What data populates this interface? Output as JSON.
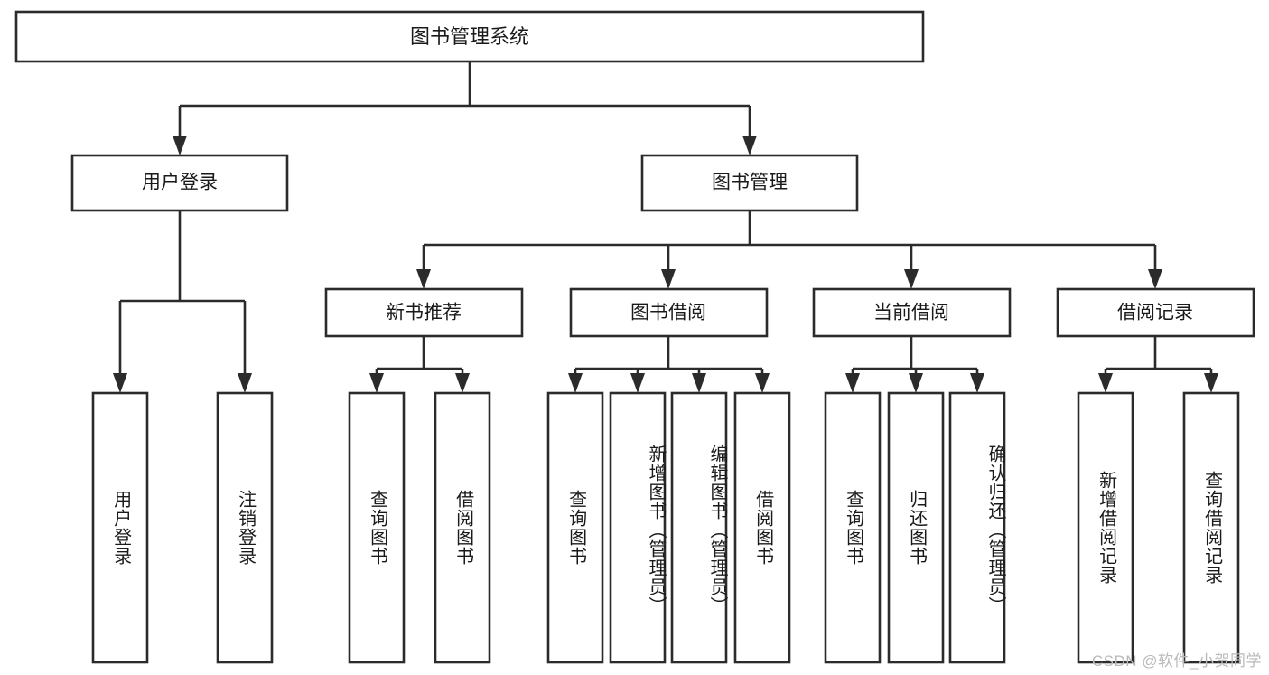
{
  "diagram": {
    "title": "图书管理系统",
    "type": "tree",
    "orientation": "top-down",
    "colors": {
      "box_fill": "#ffffff",
      "box_stroke": "#2b2b2b",
      "text": "#1a1a1a",
      "background": "#ffffff",
      "watermark": "#b9b9b9"
    },
    "root": {
      "label": "图书管理系统",
      "orientation": "horizontal"
    },
    "level2": [
      {
        "label": "用户登录",
        "orientation": "horizontal"
      },
      {
        "label": "图书管理",
        "orientation": "horizontal"
      }
    ],
    "level3": [
      {
        "label": "新书推荐",
        "orientation": "horizontal"
      },
      {
        "label": "图书借阅",
        "orientation": "horizontal"
      },
      {
        "label": "当前借阅",
        "orientation": "horizontal"
      },
      {
        "label": "借阅记录",
        "orientation": "horizontal"
      }
    ],
    "leaves": {
      "user_login": [
        {
          "label": "用户登录",
          "orientation": "vertical"
        },
        {
          "label": "注销登录",
          "orientation": "vertical"
        }
      ],
      "new_book_recommend": [
        {
          "label": "查询图书",
          "orientation": "vertical"
        },
        {
          "label": "借阅图书",
          "orientation": "vertical"
        }
      ],
      "book_borrow": [
        {
          "label": "查询图书",
          "orientation": "vertical"
        },
        {
          "label": "新增图书（管理员）",
          "orientation": "vertical"
        },
        {
          "label": "编辑图书（管理员）",
          "orientation": "vertical"
        },
        {
          "label": "借阅图书",
          "orientation": "vertical"
        }
      ],
      "current_borrow": [
        {
          "label": "查询图书",
          "orientation": "vertical"
        },
        {
          "label": "归还图书",
          "orientation": "vertical"
        },
        {
          "label": "确认归还（管理员）",
          "orientation": "vertical"
        }
      ],
      "borrow_record": [
        {
          "label": "新增借阅记录",
          "orientation": "vertical"
        },
        {
          "label": "查询借阅记录",
          "orientation": "vertical"
        }
      ]
    }
  },
  "watermark": {
    "text": "CSDN @软件_小贺同学"
  }
}
